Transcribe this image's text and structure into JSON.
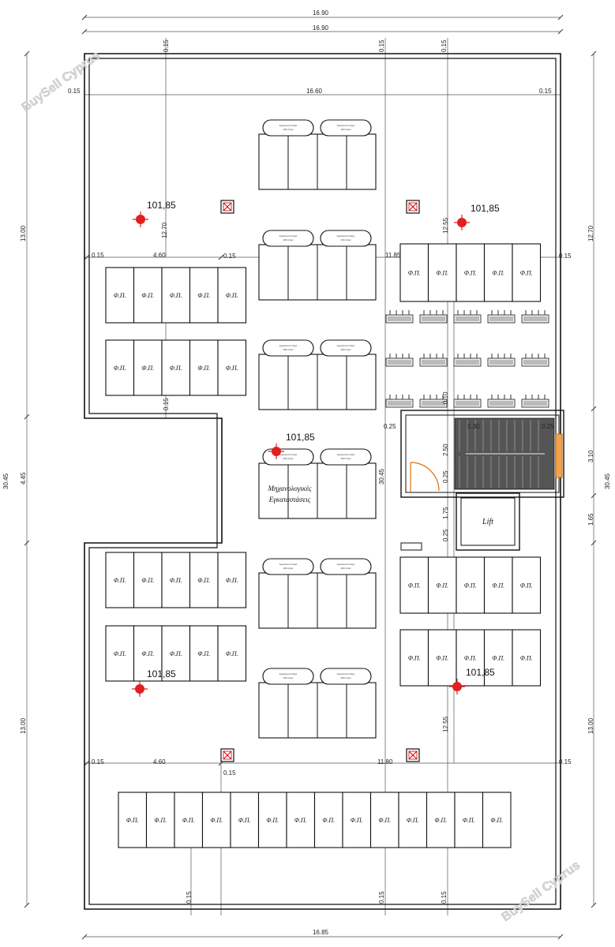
{
  "watermark": "BuySell Cyprus",
  "dims": {
    "top_outer": "16.90",
    "top_inner": "16.90",
    "inner_width": "16.60",
    "bottom_outer": "16.85",
    "wall": "0.15",
    "left_seg": "4.60",
    "right_seg_top": "11.85",
    "right_seg_bottom": "11.80",
    "upper_height": "12.70",
    "upper_height_right": "12.55",
    "lower_height": "12.55",
    "side_top": "13.00",
    "side_mid": "4.45",
    "side_bottom": "13.00",
    "total_height": "30.45",
    "right_top": "12.70",
    "right_stair": "3.10",
    "right_lift": "1.65",
    "right_bottom": "13.00",
    "stair_width": "5.30",
    "stair_len": "2.50",
    "stair_wall": "0.25",
    "lift_len": "1.75",
    "stair_gap": "0.10",
    "stair_total": "30.45"
  },
  "level": "101,85",
  "panel_label": "Φ.Π.",
  "tank_label_a": "Αγκολυιστο Νερό",
  "tank_label_b": "200 λίτρα",
  "machine_room": [
    "Μηχανολογικές",
    "Εγκαταστάσεις"
  ],
  "lift_label": "Lift"
}
